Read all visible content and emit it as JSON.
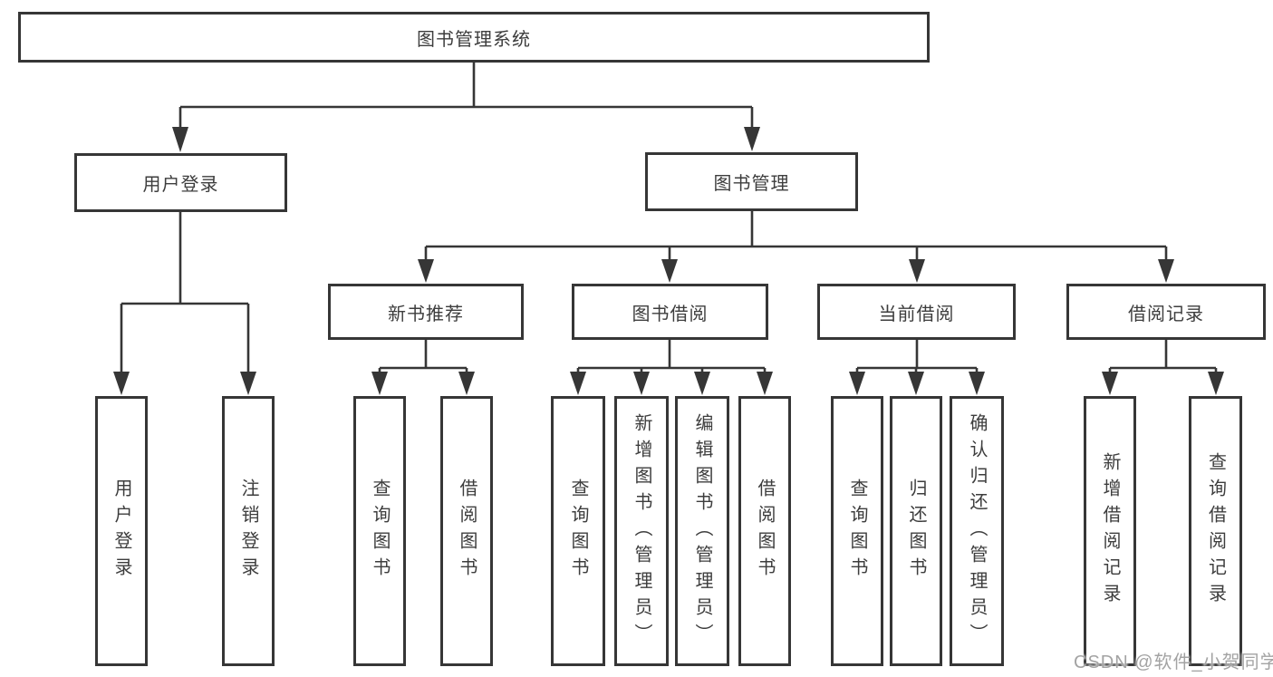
{
  "diagram": {
    "root": {
      "label": "图书管理系统"
    },
    "level2": [
      {
        "label": "用户登录"
      },
      {
        "label": "图书管理"
      }
    ],
    "level3": [
      {
        "label": "新书推荐"
      },
      {
        "label": "图书借阅"
      },
      {
        "label": "当前借阅"
      },
      {
        "label": "借阅记录"
      }
    ],
    "level4": [
      [
        "用户登录",
        "注销登录"
      ],
      [
        "查询图书",
        "借阅图书"
      ],
      [
        "查询图书",
        "新增图书（管理员）",
        "编辑图书（管理员）",
        "借阅图书"
      ],
      [
        "查询图书",
        "归还图书",
        "确认归还（管理员）"
      ],
      [
        "新增借阅记录",
        "查询借阅记录"
      ]
    ],
    "watermark": "CSDN @软件_小贺同学",
    "colors": {
      "line": "#363636",
      "text": "#3d3d3d",
      "watermark": "#a3a3a3"
    }
  }
}
